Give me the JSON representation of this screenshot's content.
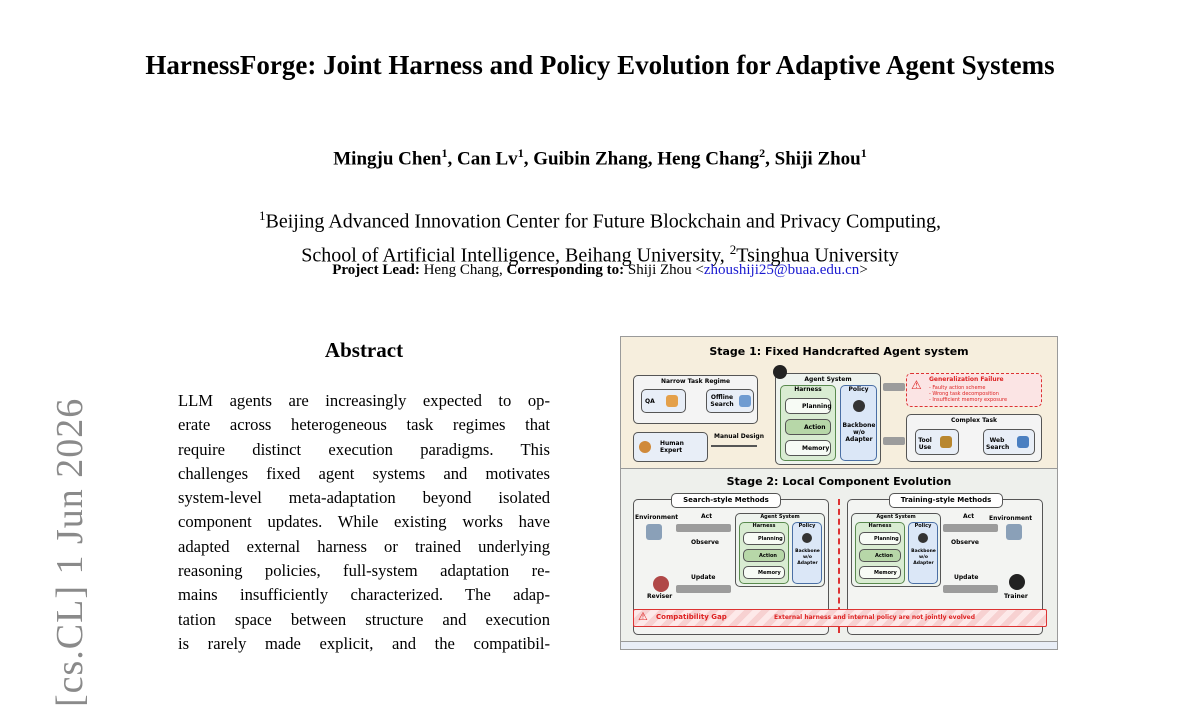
{
  "paper": {
    "title": "HarnessForge: Joint Harness and Policy Evolution for Adaptive Agent Systems",
    "authors": [
      {
        "name": "Mingju Chen",
        "sup": "1"
      },
      {
        "name": "Can Lv",
        "sup": "1"
      },
      {
        "name": "Guibin Zhang",
        "sup": ""
      },
      {
        "name": "Heng Chang",
        "sup": "2"
      },
      {
        "name": "Shiji Zhou",
        "sup": "1"
      }
    ],
    "affiliation_line1_sup": "1",
    "affiliation_line1": "Beijing Advanced Innovation Center for Future Blockchain and Privacy Computing,",
    "affiliation_line2_a": "School of Artificial Intelligence, Beihang University, ",
    "affiliation_line2_sup": "2",
    "affiliation_line2_b": "Tsinghua University",
    "lead_label": "Project Lead:",
    "lead_name": "Heng Chang,",
    "corr_label": "Corresponding to:",
    "corr_name": "Shiji Zhou <",
    "email": "zhoushiji25@buaa.edu.cn",
    "email_close": ">",
    "arxiv_stamp": "[cs.CL]  1 Jun 2026"
  },
  "abstract": {
    "heading": "Abstract",
    "lines": [
      "LLM agents are increasingly expected to op-",
      "erate across heterogeneous task regimes that",
      "require distinct execution paradigms.  This",
      "challenges fixed agent systems and motivates",
      "system-level meta-adaptation beyond isolated",
      "component updates. While existing works have",
      "adapted external harness or trained underlying",
      "reasoning policies, full-system adaptation re-",
      "mains insufficiently characterized. The adap-",
      "tation space between structure and execution",
      "is rarely made explicit, and the compatibil-"
    ]
  },
  "figure": {
    "stage1_title": "Stage 1: Fixed Handcrafted Agent system",
    "narrow_task": "Narrow Task Regime",
    "qa": "QA",
    "offline_search": "Offline Search",
    "human_expert": "Human Expert",
    "manual_design": "Manual Design",
    "agent_system": "Agent System",
    "harness": "Harness",
    "policy": "Policy",
    "planning": "Planning",
    "action": "Action",
    "memory": "Memory",
    "backbone": "Backbone w/o Adapter",
    "gen_failure": "Generalization Failure",
    "gen_items": [
      "- Faulty action scheme",
      "- Wrong task decomposition",
      "- Insufficient memory exposure"
    ],
    "complex_task": "Complex Task",
    "tool_use": "Tool Use",
    "web_search": "Web Search",
    "stage2_title": "Stage 2: Local Component Evolution",
    "search_methods": "Search-style Methods",
    "training_methods": "Training-style Methods",
    "environment": "Environment",
    "act": "Act",
    "observe": "Observe",
    "update": "Update",
    "reviser": "Reviser",
    "trainer": "Trainer",
    "compat_gap": "Compatibility Gap",
    "compat_text": "External harness and internal policy are not jointly evolved"
  }
}
